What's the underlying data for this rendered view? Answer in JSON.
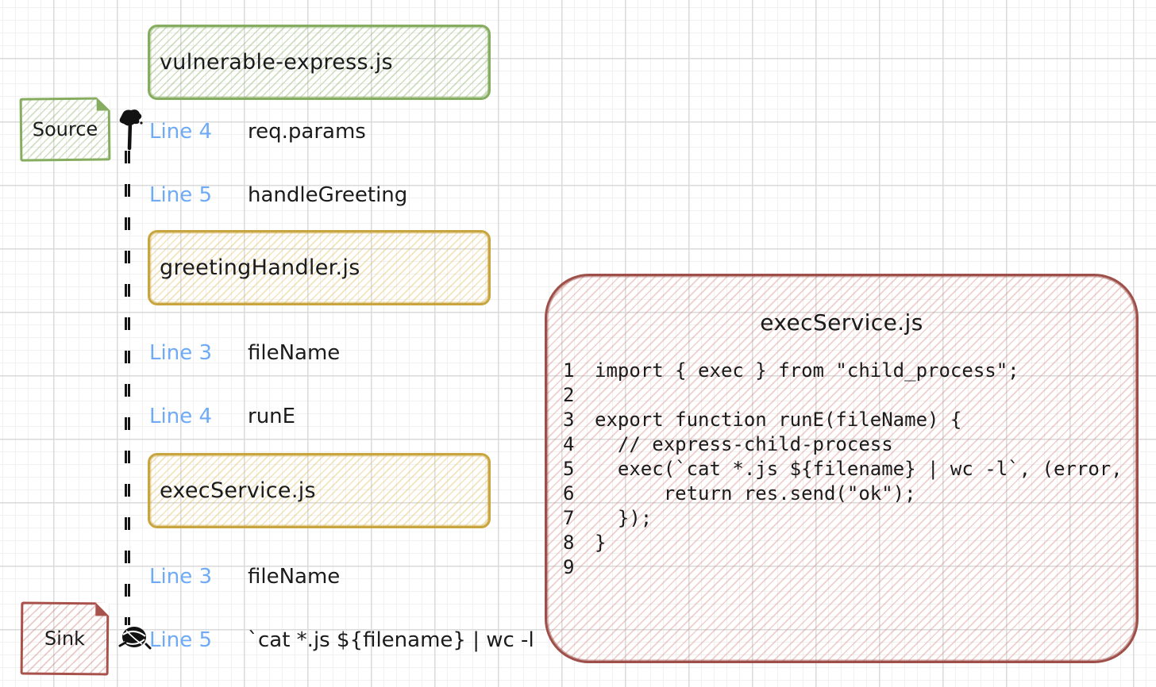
{
  "diagram": {
    "source_note": "Source",
    "sink_note": "Sink",
    "file_cards": [
      {
        "label": "vulnerable-express.js",
        "color": "green"
      },
      {
        "label": "greetingHandler.js",
        "color": "yellow"
      },
      {
        "label": "execService.js",
        "color": "yellow"
      }
    ],
    "steps": [
      {
        "line": "Line 4",
        "value": "req.params"
      },
      {
        "line": "Line 5",
        "value": "handleGreeting"
      },
      {
        "line": "Line 3",
        "value": "fileName"
      },
      {
        "line": "Line 4",
        "value": "runE"
      },
      {
        "line": "Line 3",
        "value": "fileName"
      },
      {
        "line": "Line 5",
        "value": "`cat *.js ${filename} | wc -l"
      }
    ]
  },
  "code_panel": {
    "title": "execService.js",
    "lines": [
      {
        "num": "1",
        "code": "import { exec } from \"child_process\";"
      },
      {
        "num": "2",
        "code": ""
      },
      {
        "num": "3",
        "code": "export function runE(fileName) {"
      },
      {
        "num": "4",
        "code": "  // express-child-process"
      },
      {
        "num": "5",
        "code": "  exec(`cat *.js ${filename} | wc -l`, (error,"
      },
      {
        "num": "6",
        "code": "      return res.send(\"ok\");"
      },
      {
        "num": "7",
        "code": "  });"
      },
      {
        "num": "8",
        "code": "}"
      },
      {
        "num": "9",
        "code": ""
      }
    ]
  },
  "colors": {
    "green_stroke": "#86ad5f",
    "yellow_stroke": "#c9a53f",
    "red_stroke": "#9e4f49",
    "sink_red_stroke": "#a9524c",
    "blue_line_ref": "#6fabf5",
    "ink": "#1b1b1b",
    "grid_minor": "#f0f0f0",
    "grid_major": "#dadada"
  }
}
